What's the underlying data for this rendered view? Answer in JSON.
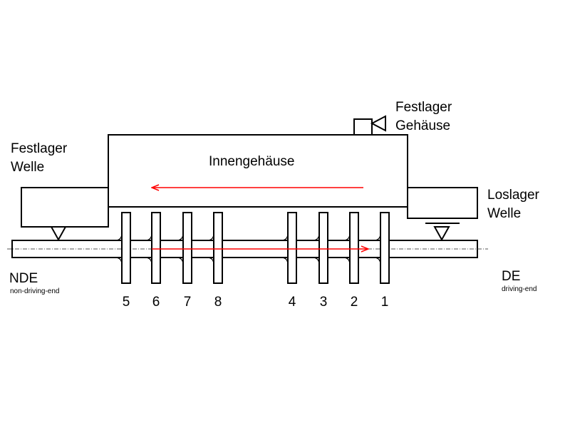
{
  "labels": {
    "festlager_welle": [
      "Festlager",
      "Welle"
    ],
    "festlager_gehaeuse": [
      "Festlager",
      "Gehäuse"
    ],
    "loslager_welle": [
      "Loslager",
      "Welle"
    ],
    "innengehaeuse": "Innengehäuse",
    "nde": "NDE",
    "nde_sub": "non-driving-end",
    "de": "DE",
    "de_sub": "driving-end"
  },
  "stage_numbers": [
    "5",
    "6",
    "7",
    "8",
    "4",
    "3",
    "2",
    "1"
  ],
  "colors": {
    "line": "#000000",
    "flow_arrow": "#ff0000"
  }
}
